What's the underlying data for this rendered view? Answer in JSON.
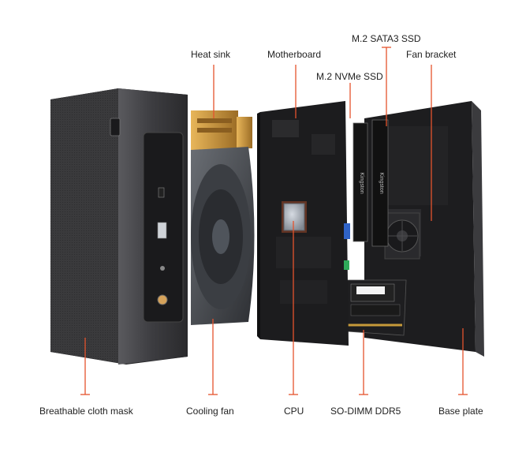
{
  "labels": {
    "heat_sink": "Heat sink",
    "motherboard": "Motherboard",
    "m2_sata3_ssd": "M.2 SATA3 SSD",
    "fan_bracket": "Fan bracket",
    "m2_nvme_ssd": "M.2 NVMe SSD",
    "breathable_cloth_mask": "Breathable cloth mask",
    "cooling_fan": "Cooling fan",
    "cpu": "CPU",
    "so_dimm_ddr5": "SO-DIMM DDR5",
    "base_plate": "Base plate"
  },
  "colors": {
    "leader_line": "#e5532d",
    "case_body": "#2b2b2d",
    "board": "#1c1c1e",
    "heatsink_copper": "#c8963e",
    "cpu_chip": "#9aa0a8"
  },
  "icons": {
    "port_usb": "usb-port-icon",
    "port_audio": "audio-jack-icon",
    "power_button": "power-button-icon"
  }
}
